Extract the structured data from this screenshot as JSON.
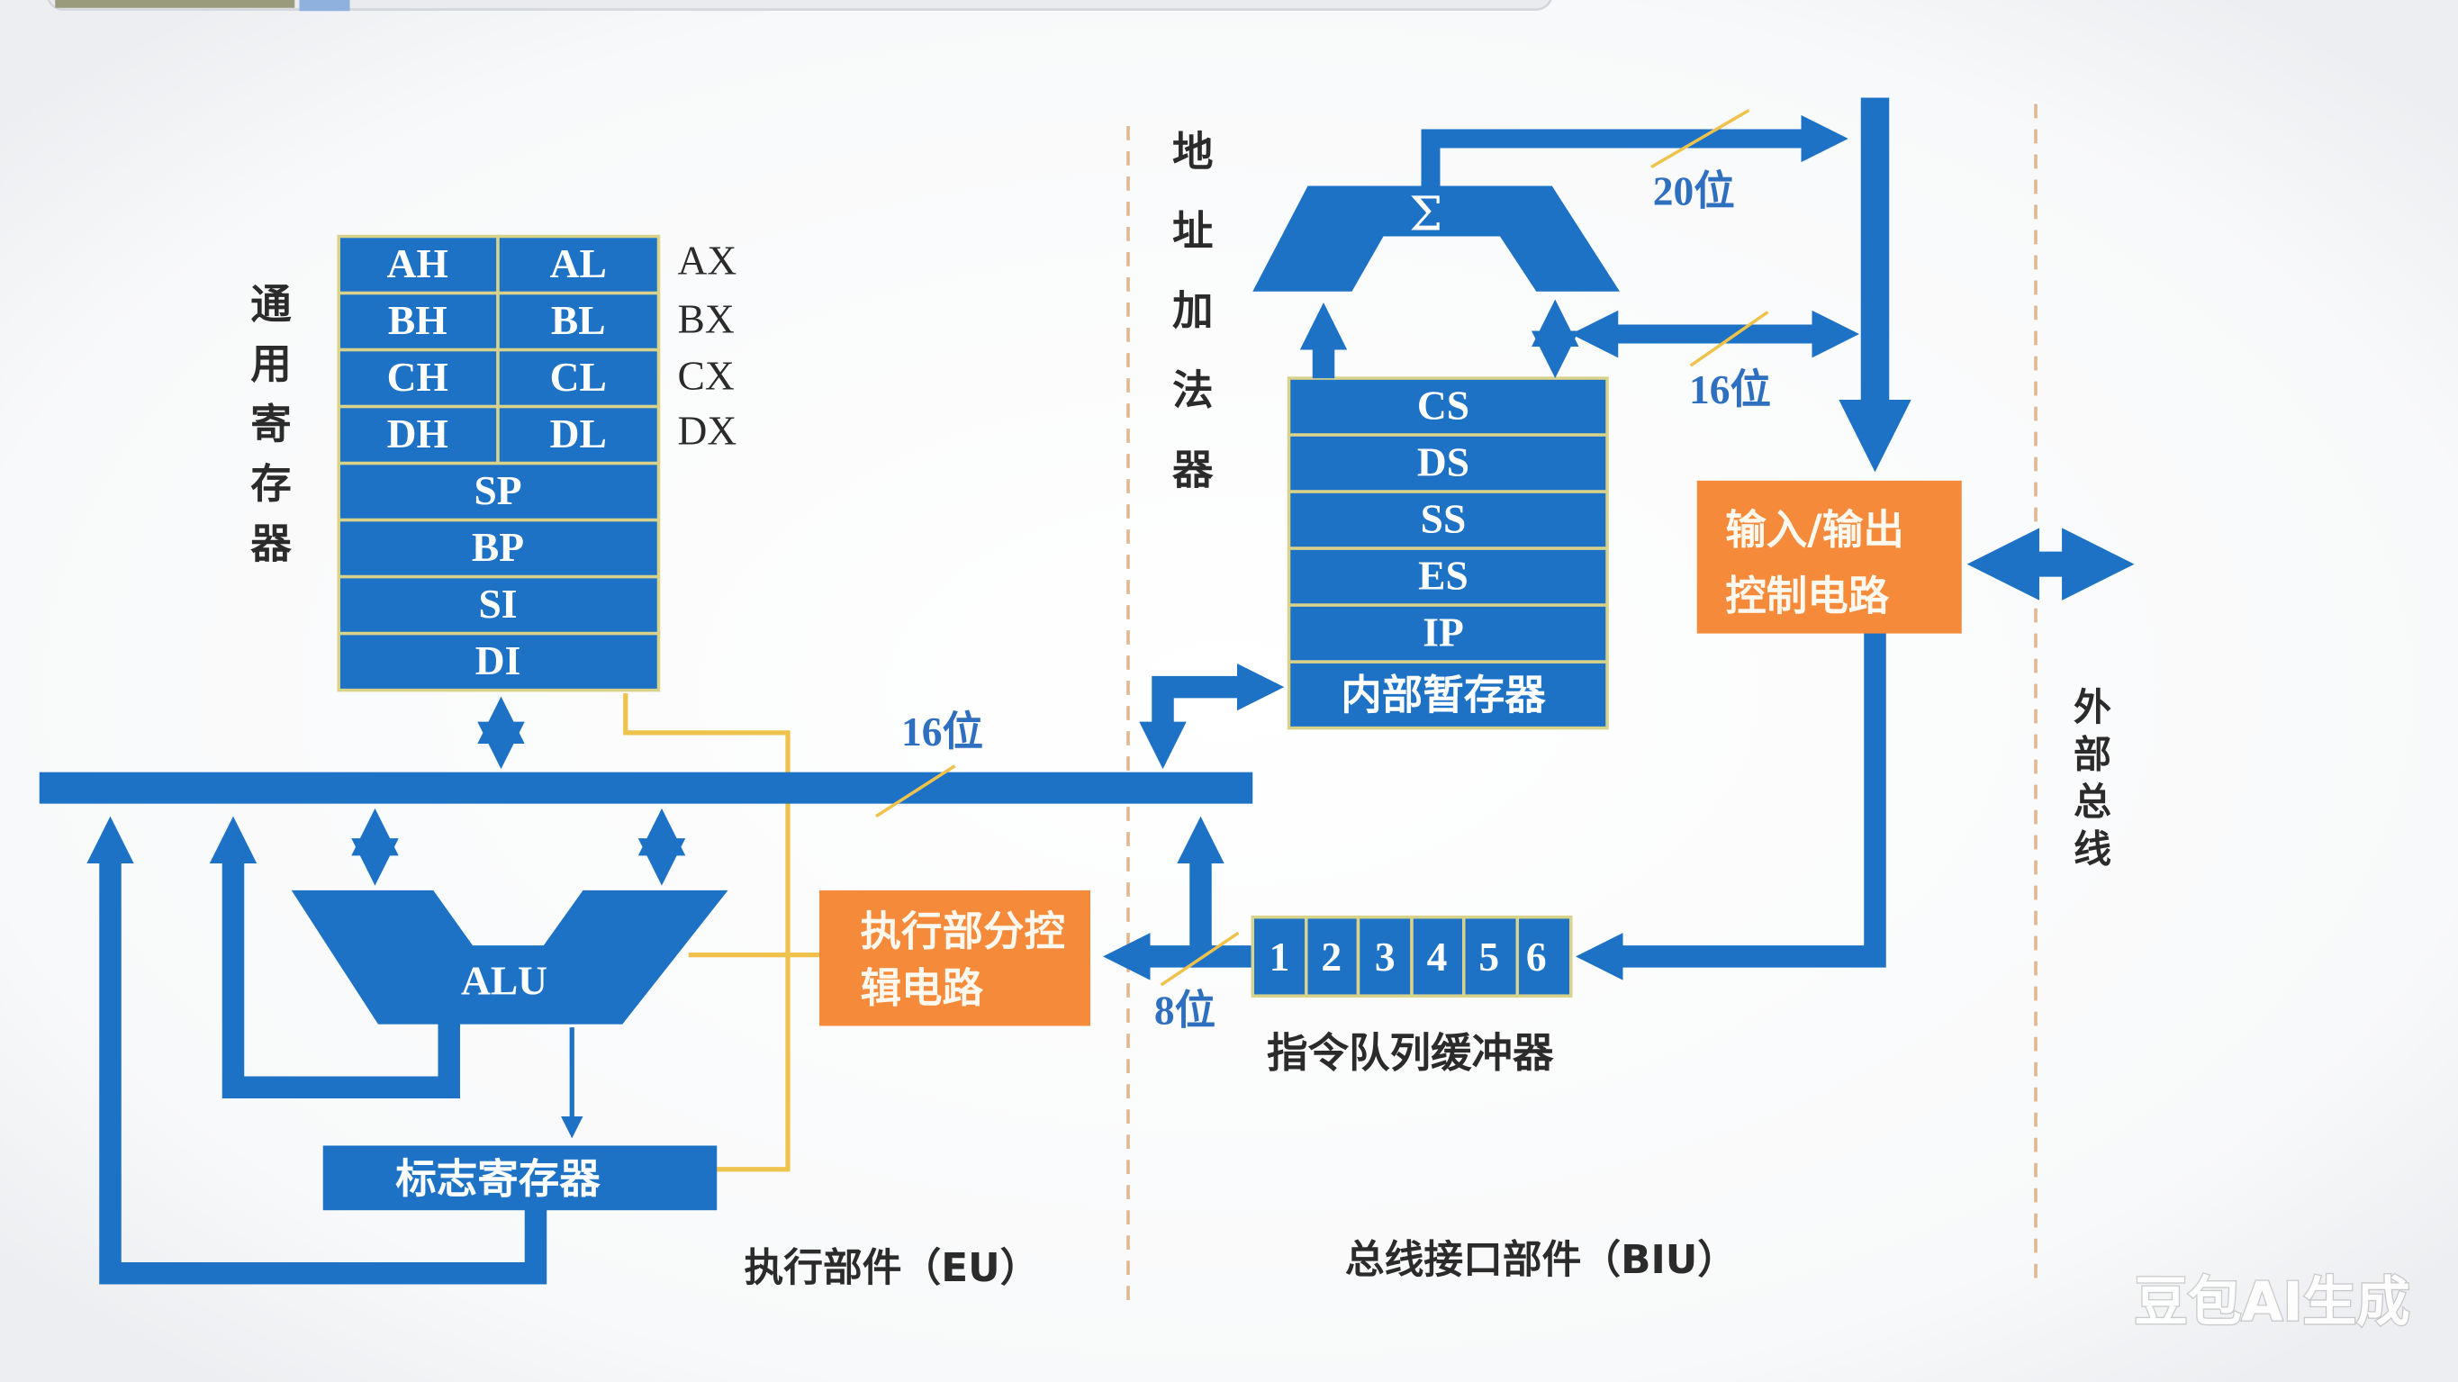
{
  "colors": {
    "bus_blue": "#1d72c5",
    "control_orange": "#f58a3a",
    "control_signal_yellow": "#efc24b",
    "register_grid": "#d9d28a",
    "label_text": "#2b2b2b",
    "width_label_blue": "#2f6fbf"
  },
  "general_registers": {
    "title": "通用寄存器",
    "pairs": [
      {
        "high": "AH",
        "low": "AL",
        "name": "AX"
      },
      {
        "high": "BH",
        "low": "BL",
        "name": "BX"
      },
      {
        "high": "CH",
        "low": "CL",
        "name": "CX"
      },
      {
        "high": "DH",
        "low": "DL",
        "name": "DX"
      }
    ],
    "pointers": [
      "SP",
      "BP",
      "SI",
      "DI"
    ]
  },
  "eu": {
    "bus_width_label": "16位",
    "alu": "ALU",
    "flags": "标志寄存器",
    "control": {
      "line1": "执行部分控",
      "line2": "辑电路"
    },
    "caption": "执行部件（EU）"
  },
  "biu": {
    "adder_title": "地址加法器",
    "adder_symbol": "Σ",
    "address_width_label": "20位",
    "segment_width_label": "16位",
    "segment_registers": [
      "CS",
      "DS",
      "SS",
      "ES",
      "IP"
    ],
    "temp_register": "内部暂存器",
    "io_control": {
      "line1": "输入/输出",
      "line2": "控制电路"
    },
    "queue": {
      "slots": [
        "1",
        "2",
        "3",
        "4",
        "5",
        "6"
      ],
      "label": "指令队列缓冲器",
      "width_label": "8位"
    },
    "external_bus": "外部总线",
    "caption": "总线接口部件（BIU）"
  },
  "watermark": "豆包AI生成"
}
